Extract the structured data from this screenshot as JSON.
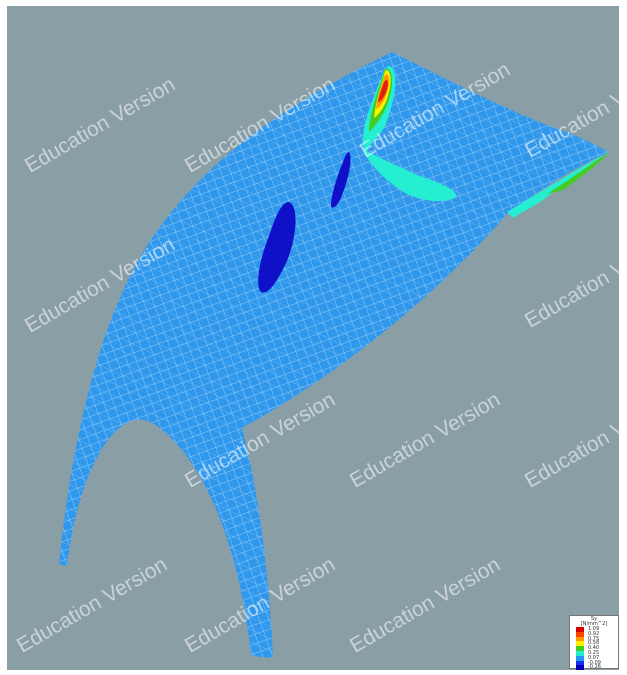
{
  "watermark_text": "Education Version",
  "legend": {
    "title_line1": "Sy",
    "title_line2": "[N/mm^2]",
    "rows": [
      {
        "value": "1.09",
        "color": "#d40000"
      },
      {
        "value": "0.92",
        "color": "#ff4400"
      },
      {
        "value": "0.75",
        "color": "#ff9900"
      },
      {
        "value": "0.58",
        "color": "#ffee00"
      },
      {
        "value": "0.40",
        "color": "#44cc22"
      },
      {
        "value": "0.25",
        "color": "#22eecc"
      },
      {
        "value": "0.07",
        "color": "#2299ee"
      },
      {
        "value": "-0.09",
        "color": "#1133ee"
      },
      {
        "value": "-0.26",
        "color": "#0000bb"
      }
    ]
  },
  "colors": {
    "background": "#8a9ea6",
    "surface": "#2f98ec",
    "mesh": "#c8e4f8",
    "low_stress": "#1010c8",
    "cyan_zone": "#26eed2",
    "hot_zone": "#e02010"
  }
}
